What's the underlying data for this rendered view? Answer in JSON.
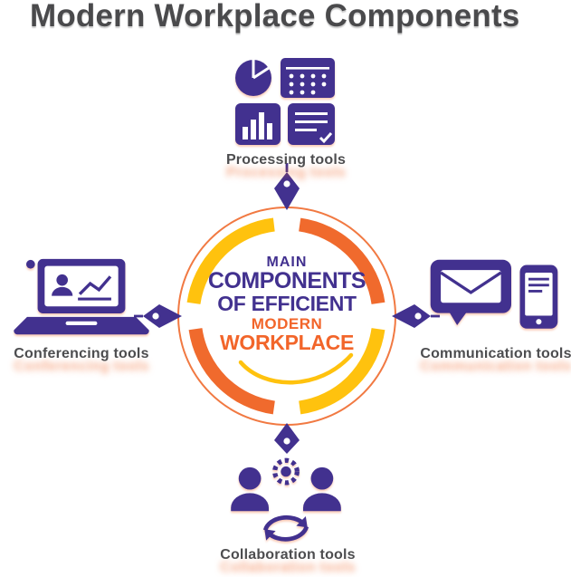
{
  "title": "Modern Workplace Components",
  "center_text": {
    "line1": "MAIN",
    "line2": "COMPONENTS",
    "line3": "OF EFFICIENT",
    "line4": "MODERN",
    "line5": "WORKPLACE"
  },
  "components": {
    "top": {
      "label": "Processing tools",
      "icon": "charts-calendar-icon"
    },
    "left": {
      "label": "Conferencing tools",
      "icon": "laptop-video-call-icon"
    },
    "right": {
      "label": "Communication tools",
      "icon": "chat-envelope-phone-icon"
    },
    "bottom": {
      "label": "Collaboration tools",
      "icon": "team-sync-gear-icon"
    }
  },
  "colors": {
    "purple": "#42318F",
    "orange": "#F2652A",
    "arc_orange": "#F06A2D",
    "yellow": "#FFC20E",
    "label_gray": "#4D4D4F",
    "title_gray": "#4A4A4C",
    "background": "#FFFFFF"
  }
}
